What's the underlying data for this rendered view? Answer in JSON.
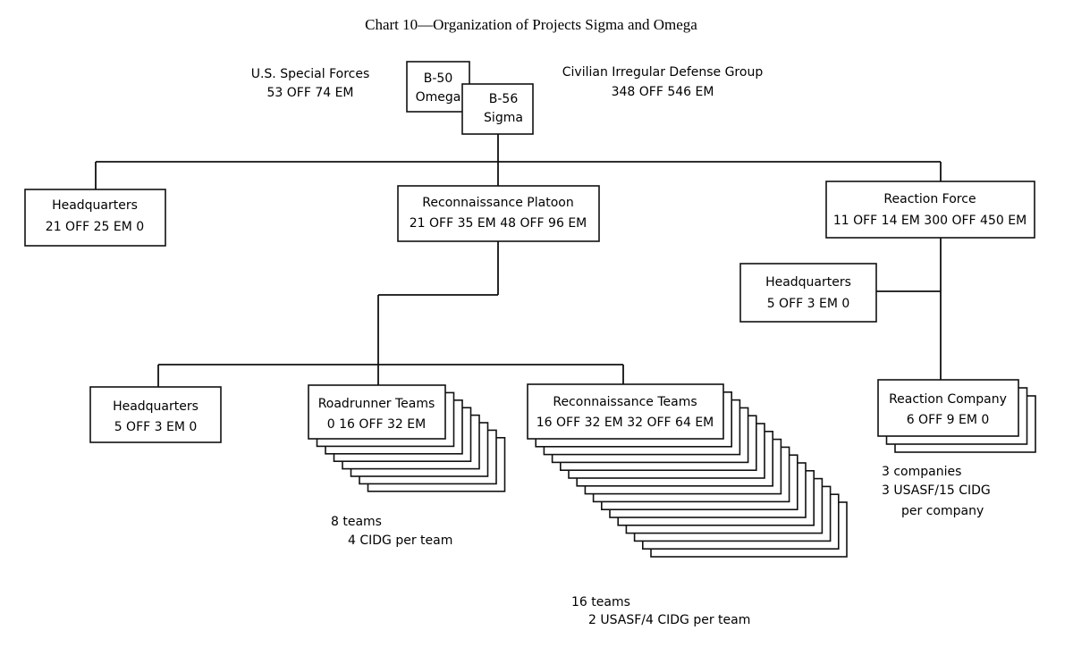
{
  "title_prefix": "Chart 10",
  "title_main": "Organization of Projects Sigma and Omega",
  "us_forces": {
    "label": "U.S. Special Forces",
    "value": "53 OFF 74 EM"
  },
  "cidg": {
    "label": "Civilian Irregular Defense Group",
    "value": "348 OFF 546 EM"
  },
  "b50": {
    "line1": "B-50",
    "line2": "Omega"
  },
  "b56": {
    "line1": "B-56",
    "line2": "Sigma"
  },
  "hq_main": {
    "title": "Headquarters",
    "value": "21 OFF 25 EM 0"
  },
  "recon_platoon": {
    "title": "Reconnaissance Platoon",
    "value": "21 OFF 35 EM 48 OFF 96 EM"
  },
  "reaction_force": {
    "title": "Reaction Force",
    "value": "11 OFF 14 EM 300 OFF 450 EM"
  },
  "rf_hq": {
    "title": "Headquarters",
    "value": "5 OFF 3 EM 0"
  },
  "rp_hq": {
    "title": "Headquarters",
    "value": "5 OFF 3 EM 0"
  },
  "roadrunner": {
    "title": "Roadrunner Teams",
    "value": "0 16 OFF 32 EM"
  },
  "recon_teams": {
    "title": "Reconnaissance Teams",
    "value": "16 OFF 32 EM 32 OFF 64 EM"
  },
  "reaction_company": {
    "title": "Reaction Company",
    "value": "6 OFF 9 EM 0"
  },
  "roadrunner_note": {
    "line1": "8 teams",
    "line2": "4 CIDG per team"
  },
  "recon_note": {
    "line1": "16 teams",
    "line2": "2 USASF/4 CIDG per team"
  },
  "company_note": {
    "line1": "3 companies",
    "line2": "3 USASF/15 CIDG",
    "line3": "per company"
  }
}
